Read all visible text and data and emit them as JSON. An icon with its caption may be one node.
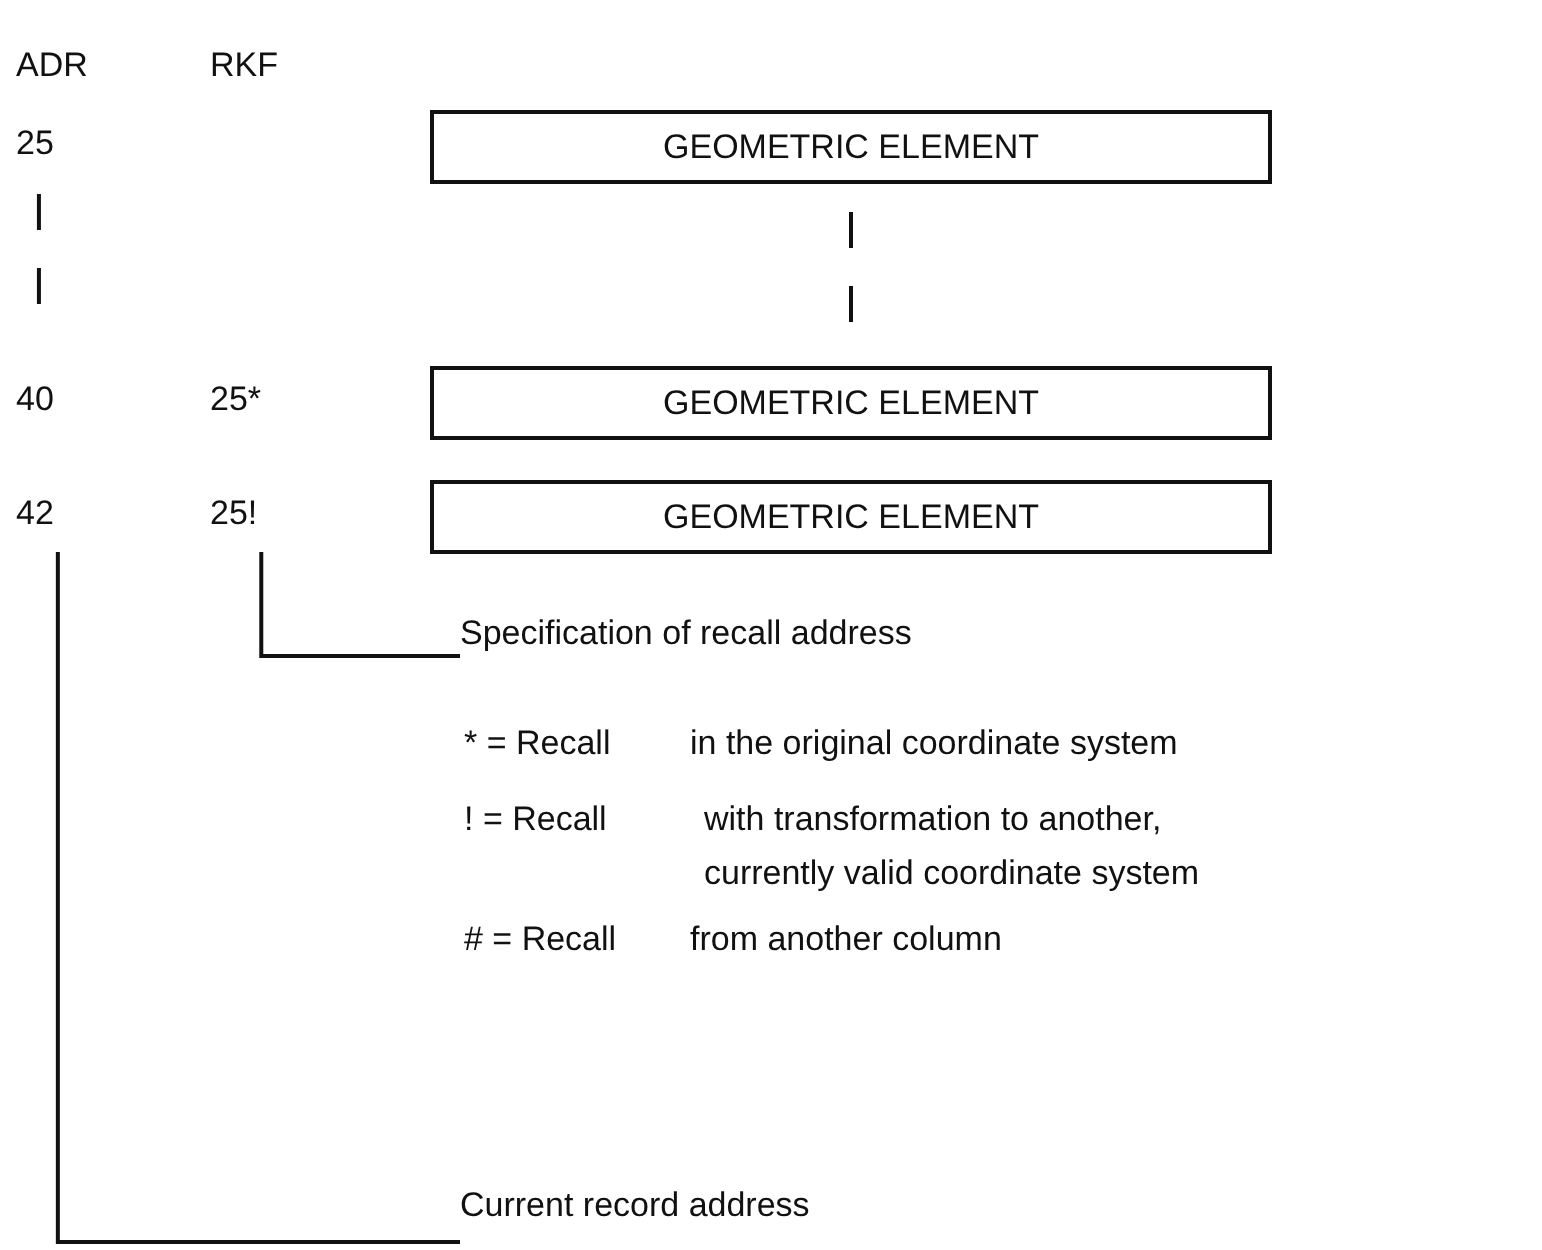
{
  "diagram": {
    "nodes": [
      {
        "text": [
          "25"
        ]
      },
      {
        "text": [
          "GEOMETRIC ELEMENT"
        ]
      },
      {
        "text": [
          "40"
        ]
      },
      {
        "text": [
          "25*"
        ]
      },
      {
        "text": [
          "GEOMETRIC ELEMENT"
        ]
      },
      {
        "text": [
          "42"
        ]
      },
      {
        "text": [
          "25!"
        ]
      },
      {
        "text": [
          "GEOMETRIC ELEMENT"
        ]
      },
      {
        "text": [
          "Specification of recall address"
        ]
      },
      {
        "text": [
          "Current record address"
        ]
      }
    ],
    "edges": [
      {
        "from": 0,
        "to": 2,
        "arrow": "none",
        "style": "dashed"
      },
      {
        "from": 1,
        "to": 4,
        "arrow": "none",
        "style": "dashed"
      },
      {
        "from": 8,
        "to": 6,
        "arrow": "none"
      },
      {
        "from": 9,
        "to": 5,
        "arrow": "none"
      }
    ],
    "labels": [
      "ADR",
      "RKF",
      "* = Recall",
      "in the original coordinate system",
      "! = Recall",
      "with transformation to another, currently valid coordinate system",
      "# = Recall",
      "from another column"
    ]
  }
}
